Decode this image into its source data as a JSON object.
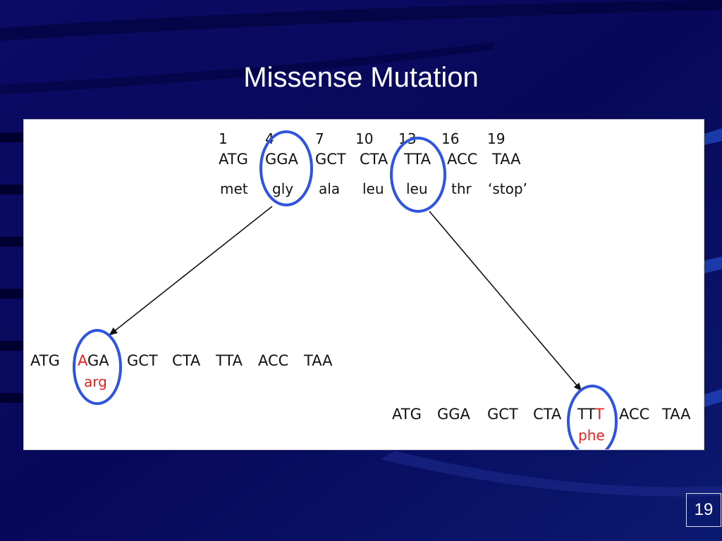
{
  "slide": {
    "title": "Missense Mutation",
    "page_number": "19"
  },
  "diagram": {
    "positions": [
      "1",
      "4",
      "7",
      "10",
      "13",
      "16",
      "19"
    ],
    "original_codons": [
      "ATG",
      "GGA",
      "GCT",
      "CTA",
      "TTA",
      "ACC",
      "TAA"
    ],
    "original_amino_acids": [
      "met",
      "gly",
      "ala",
      "leu",
      "leu",
      "thr",
      "‘stop’"
    ],
    "mutant1": {
      "codons": [
        "ATG",
        "AGA",
        "GCT",
        "CTA",
        "TTA",
        "ACC",
        "TAA"
      ],
      "mutated_base": "A",
      "codon_rest": "GA",
      "amino_acid": "arg"
    },
    "mutant2": {
      "codons": [
        "ATG",
        "GGA",
        "GCT",
        "CTA",
        "TTT",
        "ACC",
        "TAA"
      ],
      "codon_start": "TT",
      "mutated_base": "T",
      "amino_acid": "phe"
    }
  },
  "colors": {
    "background": "#0a0a5e",
    "highlight_circle": "#2f55e0",
    "mutation": "#e82020"
  }
}
